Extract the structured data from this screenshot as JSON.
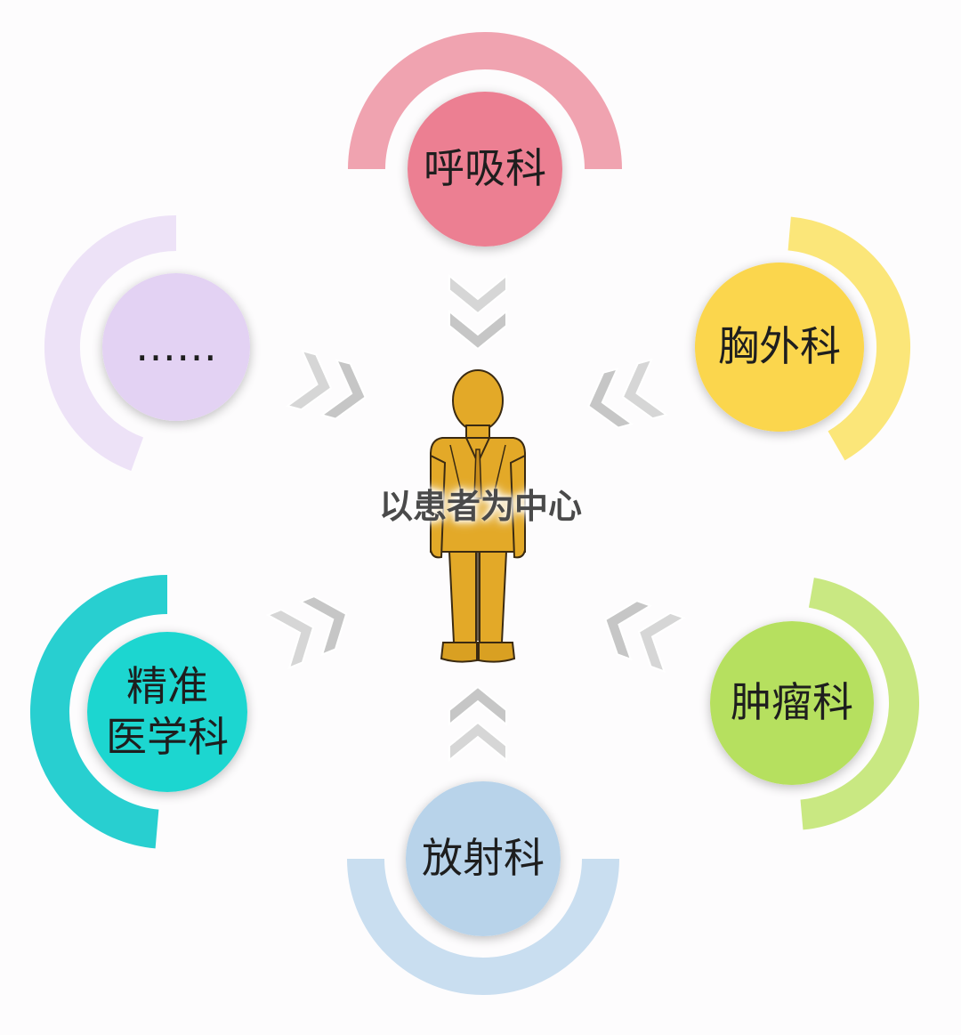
{
  "center": {
    "label": "以患者为中心",
    "figure_color": "#e3a928"
  },
  "nodes": [
    {
      "id": "respiratory",
      "label": "呼吸科",
      "color": "#ec7f92",
      "ring_color": "#f0a3b0"
    },
    {
      "id": "thoracic",
      "label": "胸外科",
      "color": "#fbd64d",
      "ring_color": "#fbe679"
    },
    {
      "id": "oncology",
      "label": "肿瘤科",
      "color": "#b6e05e",
      "ring_color": "#c9e882"
    },
    {
      "id": "radiology",
      "label": "放射科",
      "color": "#b8d3ea",
      "ring_color": "#c9def0"
    },
    {
      "id": "precision",
      "label": "精准\n医学科",
      "color": "#1fd6d0",
      "ring_color": "#28cfd0"
    },
    {
      "id": "more",
      "label": "……",
      "color": "#e3d2f3",
      "ring_color": "#ede2f7"
    }
  ],
  "arrow_color": "#cfcfcf"
}
